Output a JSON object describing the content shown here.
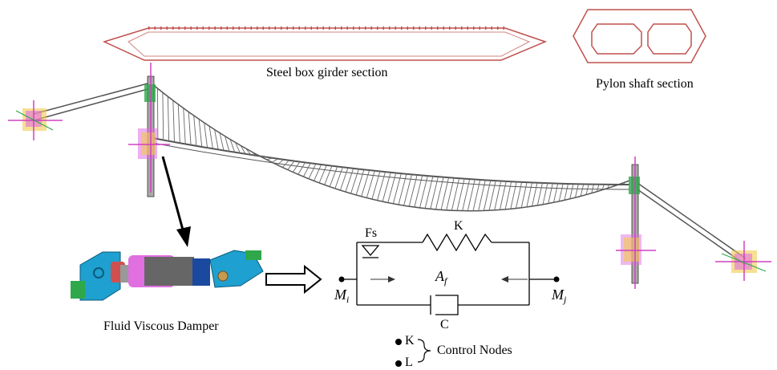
{
  "labels": {
    "girder_section": "Steel box girder section",
    "pylon_section": "Pylon shaft section",
    "damper": "Fluid Viscous Damper",
    "control_nodes": "Control Nodes"
  },
  "model": {
    "fs": "Fs",
    "spring": "K",
    "dashpot": "C",
    "area": "A",
    "area_sub": "f",
    "mi": "M",
    "mi_sub": "i",
    "mj": "M",
    "mj_sub": "j"
  },
  "nodes": {
    "k": "K",
    "l": "L"
  },
  "colors": {
    "section_outline": "#c0504d",
    "deck": "#555555",
    "damper_blue": "#1ea0d0",
    "damper_pink": "#e070e0",
    "damper_gray": "#666666",
    "damper_navy": "#1a4aa0",
    "damper_green": "#2ea84a",
    "axis_magenta": "#d040c0"
  }
}
